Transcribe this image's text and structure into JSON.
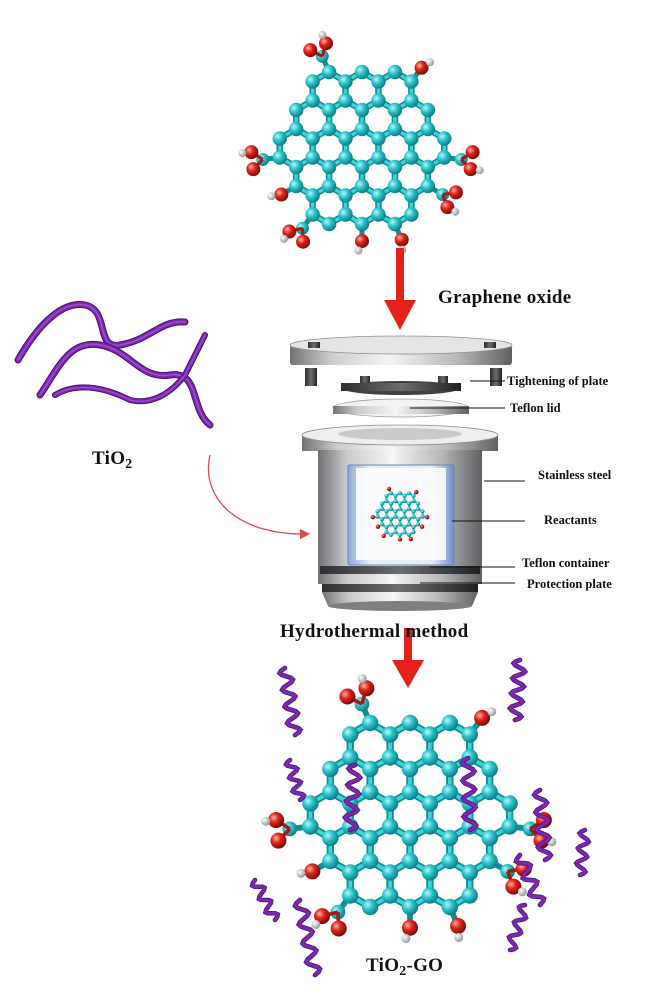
{
  "labels": {
    "graphene_oxide": "Graphene oxide",
    "tio2_main": "TiO",
    "tio2_sub": "2",
    "hydrothermal": "Hydrothermal method",
    "product_main": "TiO",
    "product_sub": "2",
    "product_tail": "-GO"
  },
  "autoclave_parts": [
    "Tightening of  plate",
    "Teflon lid",
    "Stainless steel",
    "Reactants",
    "Teflon container",
    "Protection plate"
  ],
  "colors": {
    "carbon": "#2cc7cf",
    "oxygen": "#e0241b",
    "hydrogen": "#d9d9d9",
    "tio2_ribbon": "#7b27b0",
    "arrow": "#e8201a",
    "steel": "#b9bcc0"
  }
}
